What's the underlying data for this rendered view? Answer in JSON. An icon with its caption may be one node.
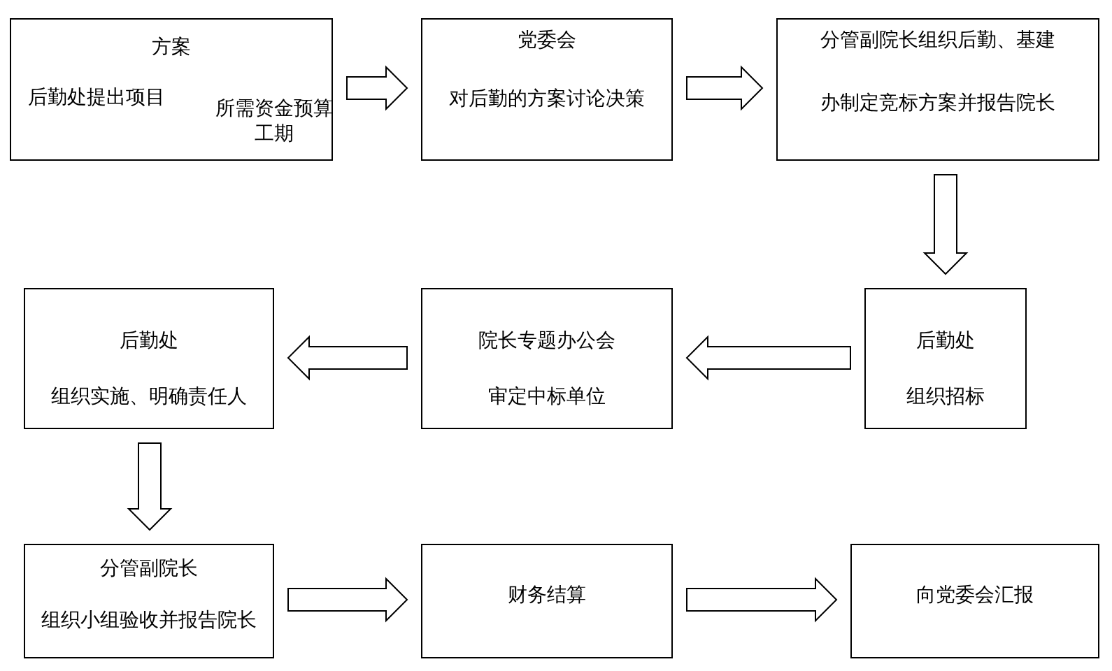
{
  "diagram": {
    "nodes": [
      {
        "text": [
          "方案",
          "后勤处提出项目",
          "所需资金预算工期"
        ]
      },
      {
        "text": [
          "党委会",
          "对后勤的方案讨论决策"
        ]
      },
      {
        "text": [
          "分管副院长组织后勤、基建",
          "办制定竞标方案并报告院长"
        ]
      },
      {
        "text": [
          "后勤处",
          "组织实施、明确责任人"
        ]
      },
      {
        "text": [
          "院长专题办公会",
          "审定中标单位"
        ]
      },
      {
        "text": [
          "后勤处",
          "组织招标"
        ]
      },
      {
        "text": [
          "分管副院长",
          "组织小组验收并报告院长"
        ]
      },
      {
        "text": [
          "财务结算"
        ]
      },
      {
        "text": [
          "向党委会汇报"
        ]
      }
    ],
    "edges": [
      {
        "from": 0,
        "to": 1,
        "arrow": "to"
      },
      {
        "from": 1,
        "to": 2,
        "arrow": "to"
      },
      {
        "from": 2,
        "to": 5,
        "arrow": "to"
      },
      {
        "from": 5,
        "to": 4,
        "arrow": "to"
      },
      {
        "from": 4,
        "to": 3,
        "arrow": "to"
      },
      {
        "from": 3,
        "to": 6,
        "arrow": "to"
      },
      {
        "from": 6,
        "to": 7,
        "arrow": "to"
      },
      {
        "from": 7,
        "to": 8,
        "arrow": "to"
      }
    ]
  }
}
